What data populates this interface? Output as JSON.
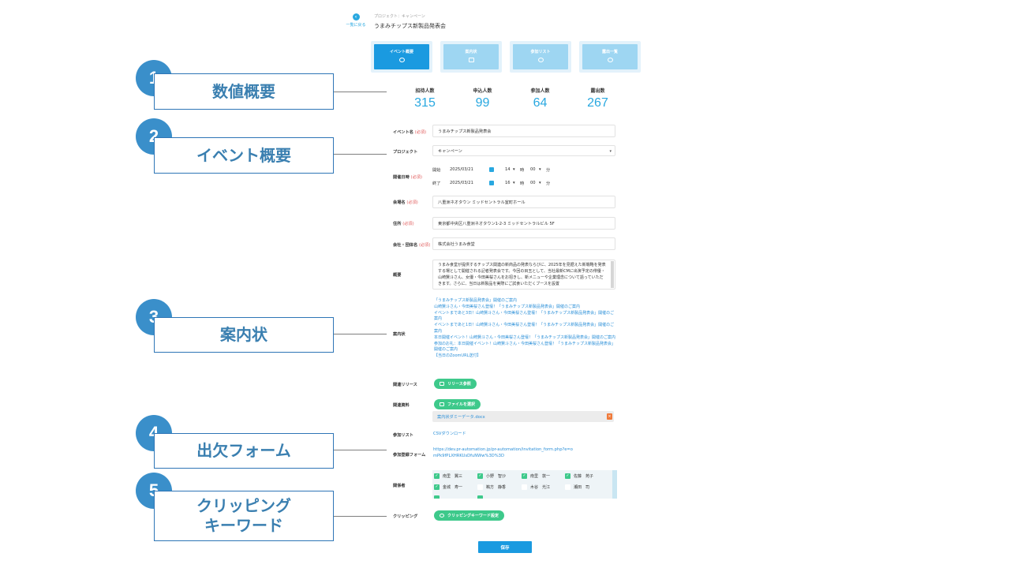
{
  "callouts": [
    {
      "num": "1",
      "label": "数値概要"
    },
    {
      "num": "2",
      "label": "イベント概要"
    },
    {
      "num": "3",
      "label": "案内状"
    },
    {
      "num": "4",
      "label": "出欠フォーム"
    },
    {
      "num": "5",
      "label": "クリッピング\nキーワード"
    }
  ],
  "header": {
    "back_label": "一覧に戻る",
    "breadcrumb": "プロジェクト：キャンペーン",
    "title": "うまみチップス新製品発表会"
  },
  "tabs": [
    {
      "label": "イベント概要",
      "active": true
    },
    {
      "label": "案内状",
      "active": false
    },
    {
      "label": "参加リスト",
      "active": false
    },
    {
      "label": "露出一覧",
      "active": false
    }
  ],
  "stats": [
    {
      "label": "招待人数",
      "value": "315"
    },
    {
      "label": "申込人数",
      "value": "99"
    },
    {
      "label": "参加人数",
      "value": "64"
    },
    {
      "label": "露出数",
      "value": "267"
    }
  ],
  "form": {
    "required_mark": "(必須)",
    "event_name": {
      "label": "イベント名",
      "value": "うまみチップス新製品発表会"
    },
    "project": {
      "label": "プロジェクト",
      "value": "キャンペーン"
    },
    "datetime": {
      "label": "開催日時",
      "start": {
        "prefix": "開始",
        "date": "2025/03/21",
        "hour": "14",
        "hour_unit": "時",
        "minute": "00",
        "minute_unit": "分"
      },
      "end": {
        "prefix": "終了",
        "date": "2025/03/21",
        "hour": "16",
        "hour_unit": "時",
        "minute": "00",
        "minute_unit": "分"
      }
    },
    "venue": {
      "label": "会場名",
      "value": "八重洲ネオタウン ミッドセントラル室町ホール"
    },
    "address": {
      "label": "住所",
      "value": "東京都中央区八重洲ネオタウン1-2-3 ミッドセントラルビル 5F"
    },
    "company": {
      "label": "会社・団体名",
      "value": "株式会社うまみ食堂"
    },
    "summary": {
      "label": "概要",
      "text": "うまみ食堂が提供するチップス関連の新商品の発表ならびに、2025年を見据えた新戦略を発表する場として開催される記者発表会です。今回の目玉として、当社最新CMに出演予定の俳優・山崎賢斗さん、女優・今田美桜さんをお招きし、新メニューや企業理念について語っていただきます。さらに、当日は新製品を実際にご試食いただくブースを設置"
    },
    "invitation": {
      "label": "案内状",
      "links": [
        "「うまみチップス新製品発表会」開催のご案内",
        "山崎賢斗さん・今田美桜さん登壇！「うまみチップス新製品発表会」開催のご案内",
        "イベントまであと3日！山崎賢斗さん・今田美桜さん登壇！「うまみチップス新製品発表会」開催のご案内",
        "イベントまであと1日！山崎賢斗さん・今田美桜さん登壇！「うまみチップス新製品発表会」開催のご案内",
        "本日開催イベント！山崎賢斗さん・今田美桜さん登壇！「うまみチップス新製品発表会」開催のご案内",
        "参加のお礼：本日開催イベント！山崎賢斗さん・今田美桜さん登壇！「うまみチップス新製品発表会」開催のご案内",
        "【当日のZoomURL送付】"
      ]
    },
    "release": {
      "label": "関連リリース",
      "button": "リリース参照"
    },
    "materials": {
      "label": "関連資料",
      "button": "ファイルを選択",
      "file": "案内状ダミーデータ.docx",
      "delete": "×"
    },
    "participant_list": {
      "label": "参加リスト",
      "link": "CSVダウンロード"
    },
    "registration": {
      "label": "参加登録フォーム",
      "url": "https://dev.pr-automation.jp/pr-automation/invitation_form.php?e=omPk9fPLXHRKUsDfuNWw%3D%3D"
    },
    "attendees": {
      "label": "関係者",
      "people": [
        {
          "name": "南里　翼三",
          "checked": true
        },
        {
          "name": "小野　智沙",
          "checked": true
        },
        {
          "name": "南里　敦一",
          "checked": true
        },
        {
          "name": "佐藤　苑子",
          "checked": true
        },
        {
          "name": "金城　寿一",
          "checked": true
        },
        {
          "name": "鵜方　静香",
          "checked": false
        },
        {
          "name": "木谷　光江",
          "checked": false
        },
        {
          "name": "瀬田　司",
          "checked": false
        }
      ],
      "check_glyph": "✓"
    },
    "clipping": {
      "label": "クリッピング",
      "button": "クリッピングキーワード設定"
    },
    "save": "保存"
  },
  "colors": {
    "accent": "#1a9ae0",
    "callout": "#3a8fca",
    "green": "#3ec98b"
  }
}
